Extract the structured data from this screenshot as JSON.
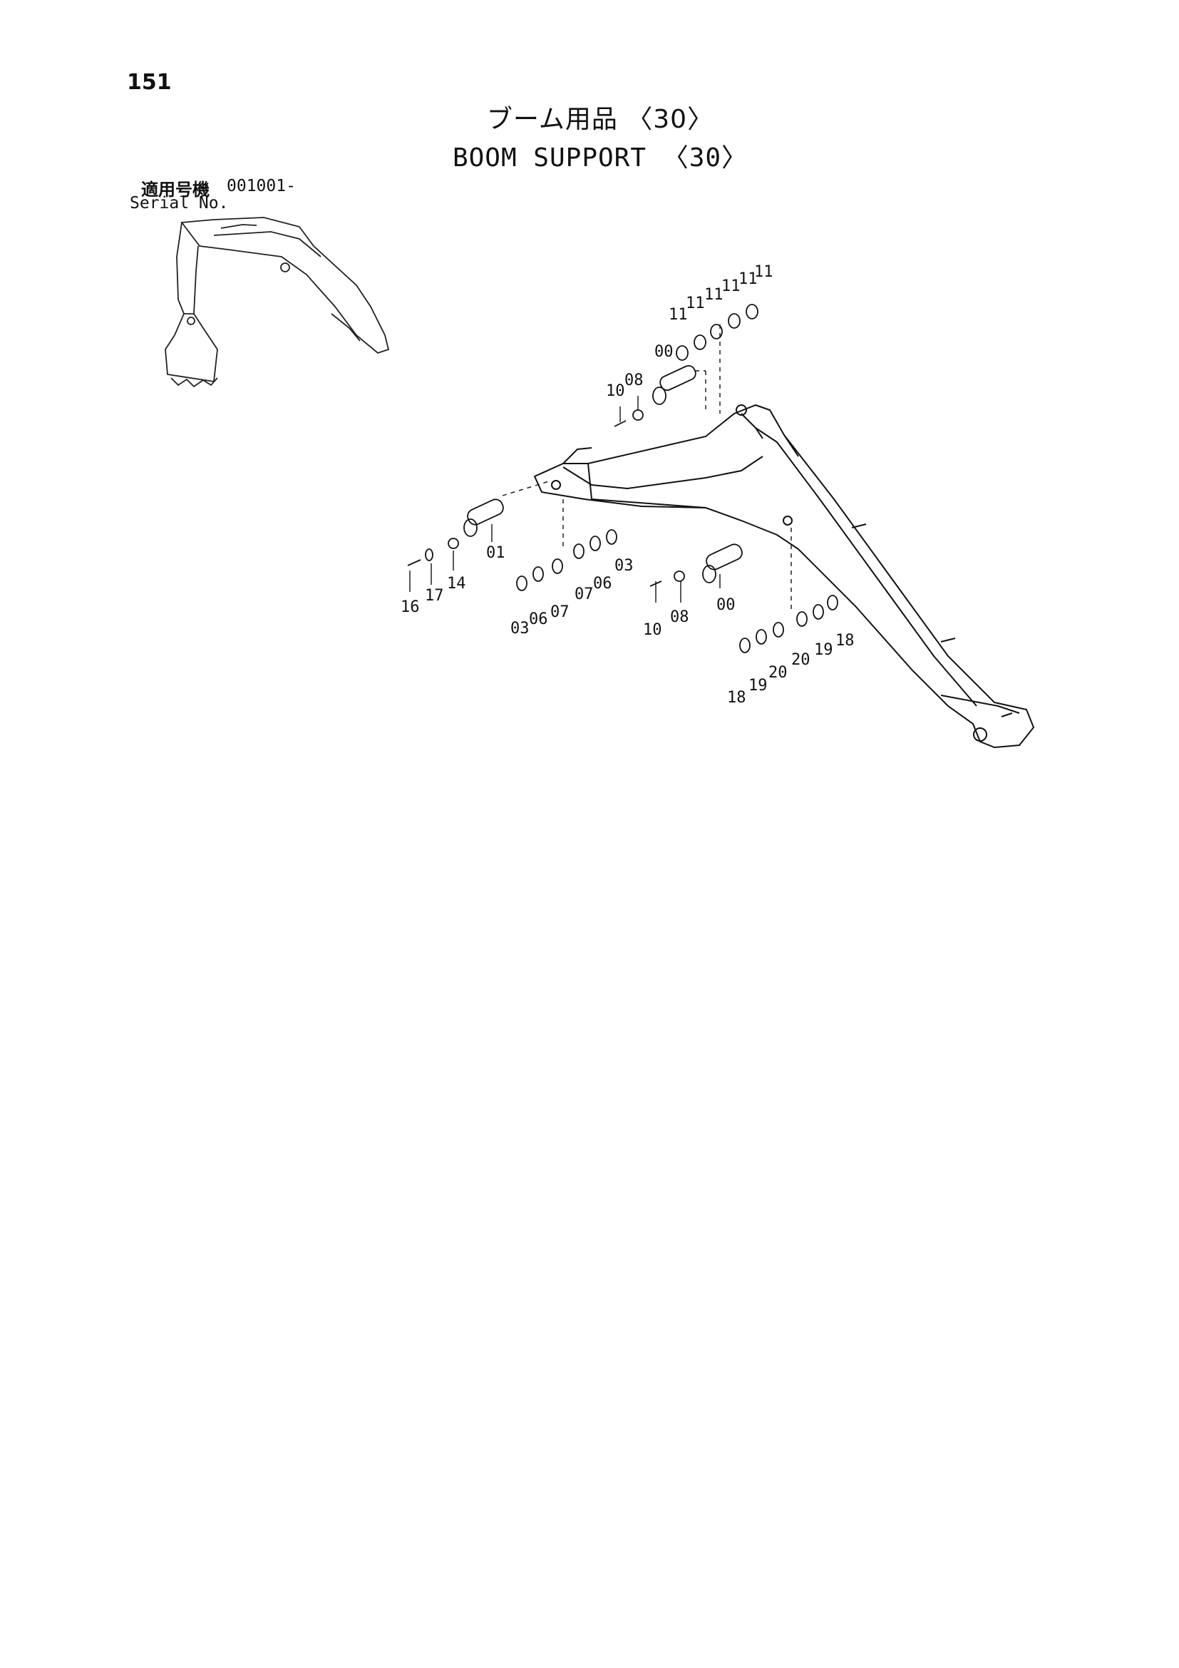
{
  "page": {
    "number": "151"
  },
  "title": {
    "ja": "ブーム用品 〈30〉",
    "en": "BOOM SUPPORT 〈30〉"
  },
  "serial": {
    "label_ja": "適用号機",
    "number": "001001-",
    "label_en": "Serial No."
  },
  "callouts": [
    "11",
    "11",
    "11",
    "11",
    "11",
    "11",
    "00",
    "10",
    "08",
    "01",
    "16",
    "17",
    "14",
    "03",
    "06",
    "07",
    "07",
    "06",
    "03",
    "10",
    "08",
    "00",
    "18",
    "19",
    "20",
    "20",
    "19",
    "18"
  ]
}
